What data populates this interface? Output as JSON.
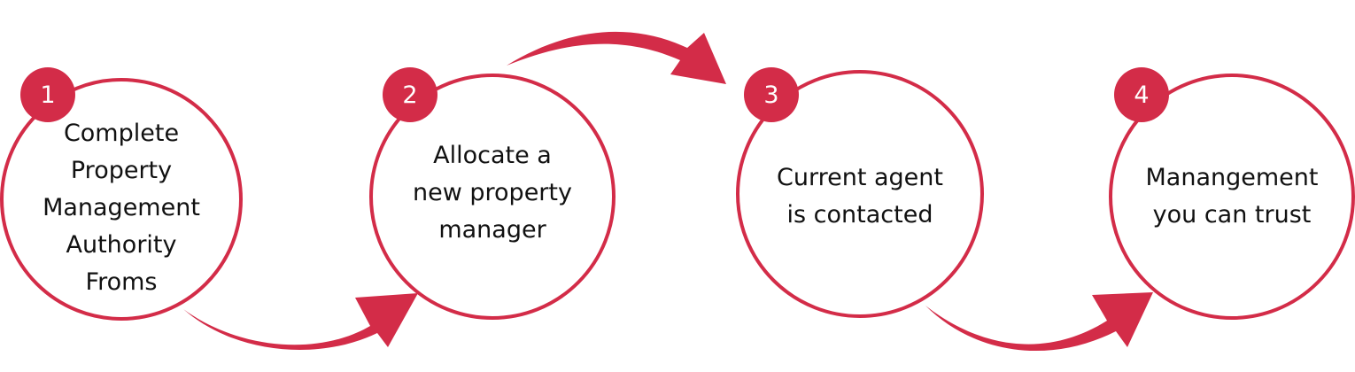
{
  "colors": {
    "accent": "#d32c48",
    "text": "#111111",
    "background": "#ffffff"
  },
  "steps": [
    {
      "number": "1",
      "label": "Complete\nProperty\nManagement\nAuthority\nFroms"
    },
    {
      "number": "2",
      "label": "Allocate a\nnew property\nmanager"
    },
    {
      "number": "3",
      "label": "Current agent\nis contacted"
    },
    {
      "number": "4",
      "label": "Manangement\nyou can trust"
    }
  ]
}
